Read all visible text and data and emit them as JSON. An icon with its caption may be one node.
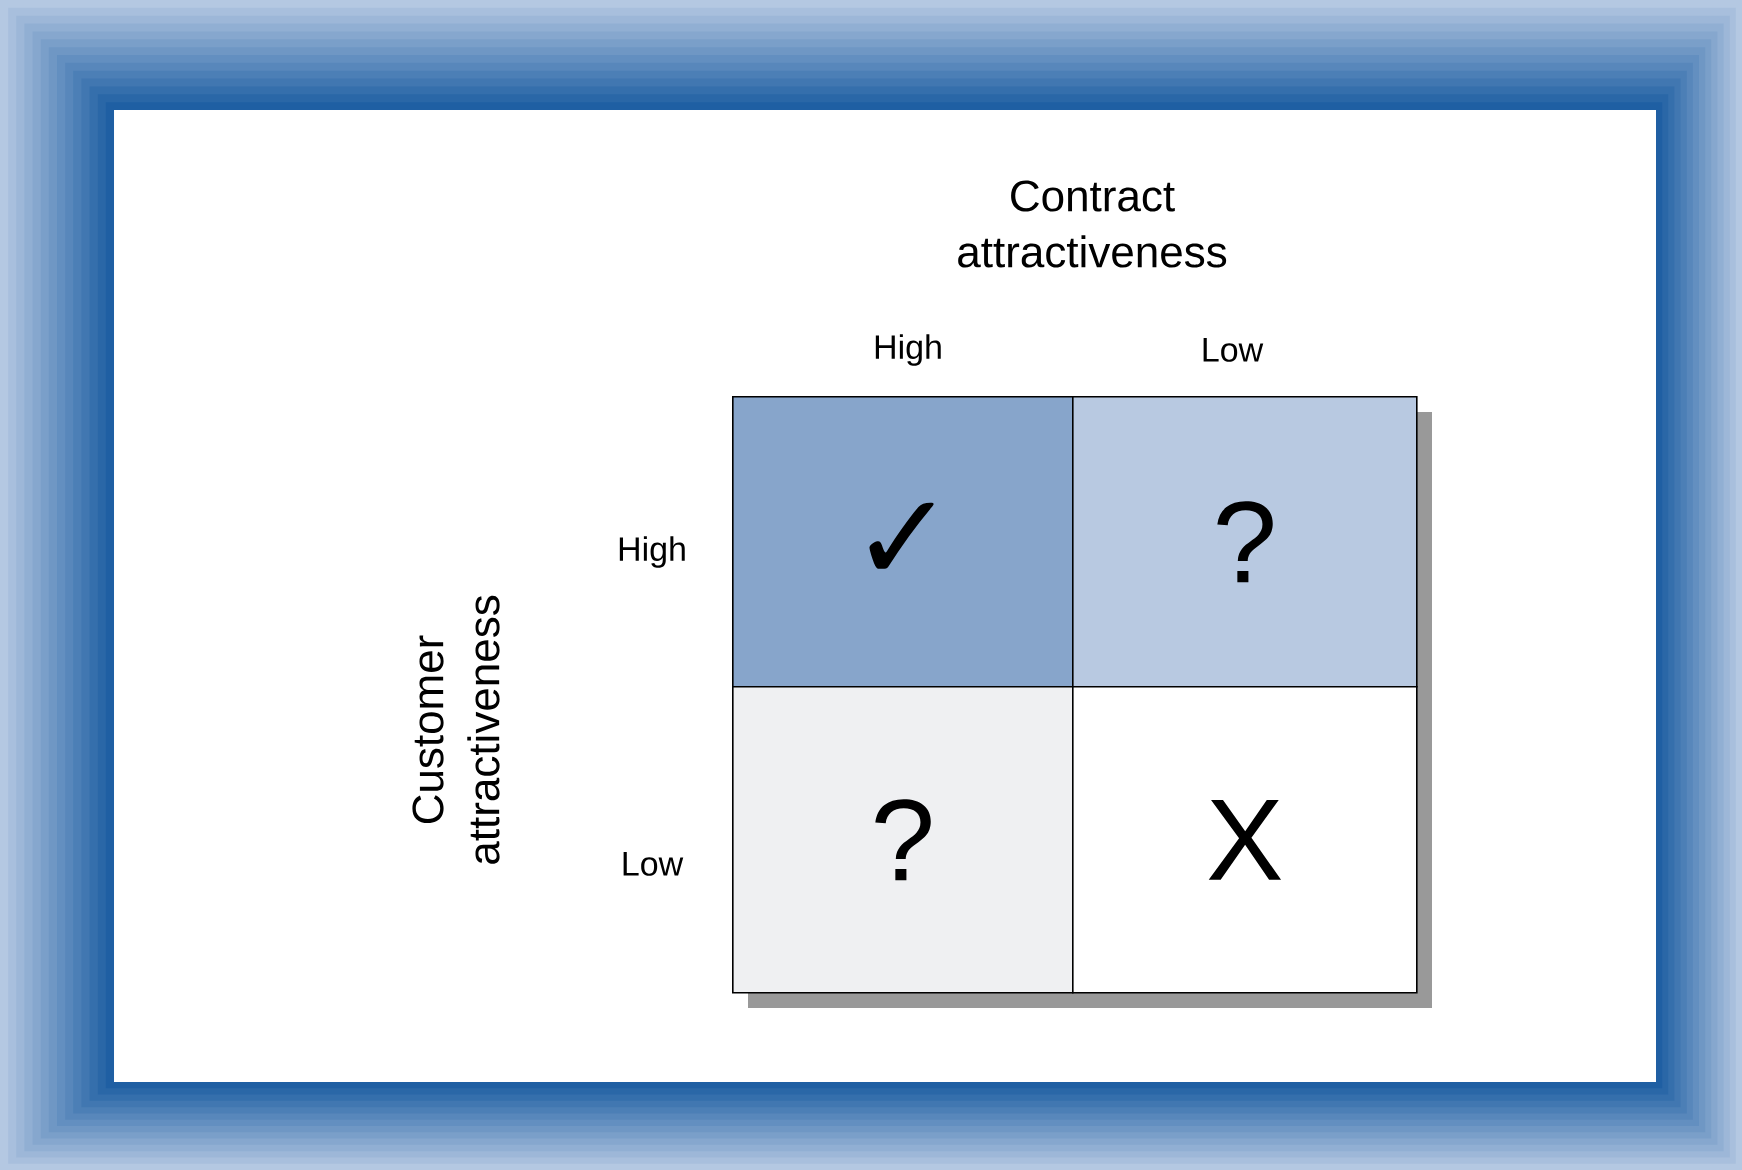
{
  "diagram": {
    "nodes": [
      {
        "text": [
          "✓"
        ]
      },
      {
        "text": [
          "?"
        ]
      },
      {
        "text": [
          "?"
        ]
      },
      {
        "text": [
          "X"
        ]
      }
    ],
    "labels": [
      "Contract attractiveness",
      "High",
      "Low",
      "Customer attractiveness",
      "High",
      "Low"
    ]
  }
}
